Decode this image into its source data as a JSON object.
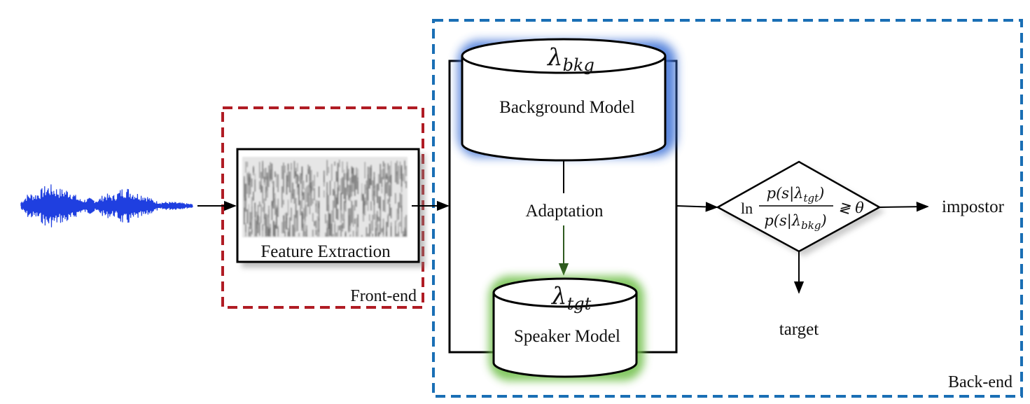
{
  "frontend": {
    "region_label": "Front-end",
    "box_label": "Feature Extraction",
    "region_color": "#b01c24"
  },
  "backend": {
    "region_label": "Back-end",
    "region_color": "#1a6fb5",
    "background_model": {
      "label": "Background Model",
      "symbol": "λ",
      "subscript": "bkg",
      "glow_color": "#3b6fd6"
    },
    "speaker_model": {
      "label": "Speaker Model",
      "symbol": "λ",
      "subscript": "tgt",
      "glow_color": "#6fc04a"
    },
    "adaptation_label": "Adaptation",
    "decision": {
      "ln": "ln",
      "numerator": {
        "pre": "p(s|λ",
        "sub": "tgt",
        "post": ")"
      },
      "denominator": {
        "pre": "p(s|λ",
        "sub": "bkg",
        "post": ")"
      },
      "relation": "≷ θ"
    }
  },
  "outputs": {
    "right_label": "impostor",
    "down_label": "target"
  },
  "waveform": {
    "color": "#1f3fe0",
    "icon": "speech-waveform"
  },
  "spectrogram": {
    "icon": "spectrogram-image"
  }
}
